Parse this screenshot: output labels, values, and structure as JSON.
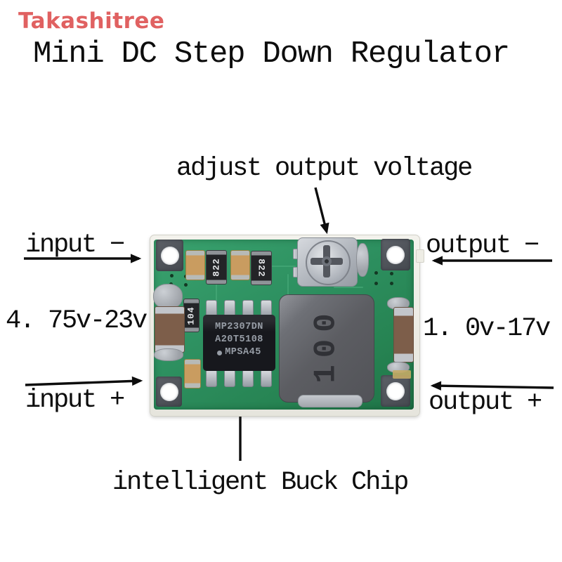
{
  "brand": "Takashitree",
  "title": "Mini DC Step Down Regulator",
  "annotations": {
    "adjust_output_voltage": "adjust output voltage",
    "input_negative": "input −",
    "input_voltage_range": "4. 75v-23v",
    "input_positive": "input +",
    "output_negative": "output −",
    "output_voltage_range": "1. 0v-17v",
    "output_positive": "output +",
    "intelligent_buck_chip": "intelligent Buck Chip"
  },
  "board": {
    "chip_marking": [
      "MP2307DN",
      "A20T5108",
      "MPSA45"
    ],
    "inductor_marking": "100",
    "resistor_marking_822": "822",
    "resistor_marking_104": "104"
  },
  "colors": {
    "brand_red": "#e06161",
    "pcb_green": "#2e9161",
    "annotation_black": "#0d0d0d"
  }
}
